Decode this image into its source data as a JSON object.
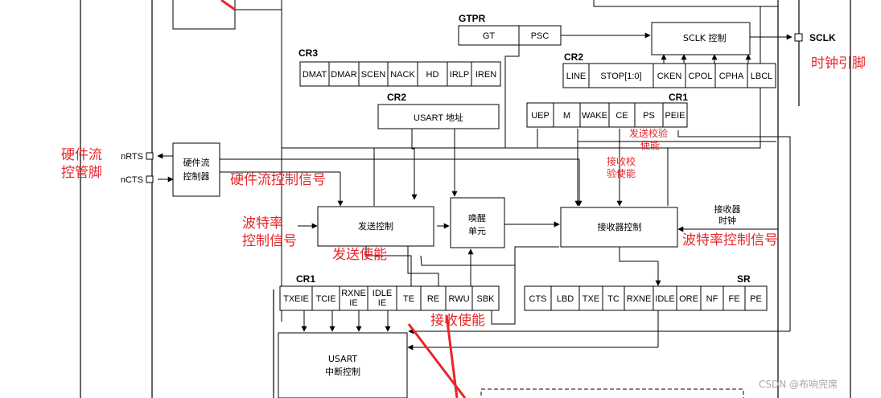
{
  "registers": {
    "gtpr": {
      "title": "GTPR",
      "fields": [
        "GT",
        "PSC"
      ]
    },
    "cr3": {
      "title": "CR3",
      "fields": [
        "DMAT",
        "DMAR",
        "SCEN",
        "NACK",
        "HD",
        "IRLP",
        "IREN"
      ]
    },
    "cr2_top": {
      "title": "CR2",
      "fields": [
        "LINE",
        "STOP[1:0]",
        "CKEN",
        "CPOL",
        "CPHA",
        "LBCL"
      ]
    },
    "cr2_addr": {
      "title": "CR2",
      "label": "USART 地址"
    },
    "cr1_top": {
      "title": "CR1",
      "fields": [
        "UEP",
        "M",
        "WAKE",
        "CE",
        "PS",
        "PEIE"
      ]
    },
    "cr1_bottom": {
      "title": "CR1",
      "fields": [
        "TXEIE",
        "TCIE",
        "RXNE IE",
        "IDLE IE",
        "TE",
        "RE",
        "RWU",
        "SBK"
      ]
    },
    "sr": {
      "title": "SR",
      "fields": [
        "CTS",
        "LBD",
        "TXE",
        "TC",
        "RXNE",
        "IDLE",
        "ORE",
        "NF",
        "FE",
        "PE"
      ]
    }
  },
  "blocks": {
    "sclk_ctrl": "SCLK 控制",
    "hw_flow": [
      "硬件流",
      "控制器"
    ],
    "tx_ctrl": "发送控制",
    "wakeup": [
      "唤醒",
      "单元"
    ],
    "rx_ctrl": "接收器控制",
    "irq": [
      "USART",
      "中断控制"
    ],
    "rx_clock": [
      "接收器",
      "时钟"
    ]
  },
  "pins": {
    "sclk": "SCLK",
    "nrts": "nRTS",
    "ncts": "nCTS"
  },
  "annotations": {
    "clock_pin": "时钟引脚",
    "hw_flow_pin": [
      "硬件流",
      "控管脚"
    ],
    "hw_flow_signal": "硬件流控制信号",
    "baud_left": [
      "波特率",
      "控制信号"
    ],
    "baud_right": "波特率控制信号",
    "tx_enable": "发送使能",
    "rx_enable": "接收使能",
    "parity_tx": [
      "发送校验",
      "使能"
    ],
    "parity_rx": [
      "接收校",
      "验使能"
    ]
  },
  "watermark": "CSDN @布响完席",
  "colors": {
    "ink": "#000000",
    "annotation": "#e8262a",
    "watermark": "#a8a8a8"
  }
}
